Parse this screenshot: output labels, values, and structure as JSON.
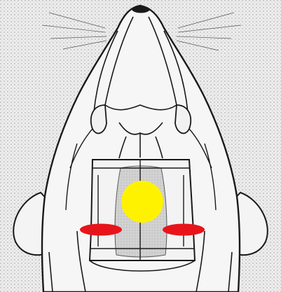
{
  "diagram": {
    "subject": "rat-head-dorsal-view",
    "markers": [
      {
        "id": "center-marker",
        "shape": "circle",
        "color": "#FFF200"
      },
      {
        "id": "left-marker",
        "shape": "ellipse",
        "color": "#E8141B"
      },
      {
        "id": "right-marker",
        "shape": "ellipse",
        "color": "#E8141B"
      }
    ],
    "colors": {
      "background": "#ececec",
      "ink": "#1a1a1a",
      "skin": "#f6f6f6",
      "skull_shade": "#cfcfcf"
    }
  }
}
